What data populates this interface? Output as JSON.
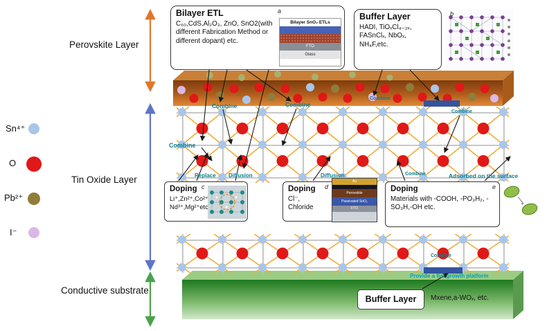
{
  "figure": {
    "layer_labels": {
      "perovskite": "Perovskite Layer",
      "tin_oxide": "Tin Oxide Layer",
      "substrate": "Conductive substrate"
    }
  },
  "legend": {
    "items": [
      {
        "label": "Sn⁴⁺",
        "color": "#a9c6e8"
      },
      {
        "label": "O",
        "color": "#e01818"
      },
      {
        "label": "Pb²⁺",
        "color": "#8f7d3a"
      },
      {
        "label": "I⁻",
        "color": "#d9b8e6"
      }
    ]
  },
  "boxes": {
    "bilayer_etl": {
      "title": "Bilayer ETL",
      "tag": "a",
      "body": "C₆₀,CdS,Al₂O₃, ZnO, SnO2(with different Fabrication Method or different dopant) etc.",
      "inset": {
        "title": "Bilayer SnO₂ ETLs",
        "fto_label": "FTO",
        "glass_label": "Glass"
      }
    },
    "buffer_top": {
      "title": "Buffer Layer",
      "tag": "b",
      "body": "HADI, TiOₓCl₄₋₂ₓ, FASnClₓ, NbOₓ, NH₄F,etc."
    },
    "doping_cations": {
      "title": "Doping",
      "tag": "c",
      "body": "Li⁺,Zn²⁺,Co²⁺, Nd³⁺,Mg²⁺etc."
    },
    "doping_chloride": {
      "title": "Doping",
      "tag": "d",
      "body": "Cl⁻, Chloride",
      "inset_layers": [
        "Au",
        "Perovskite",
        "Passivated SnO₂",
        "FTO"
      ]
    },
    "doping_functional": {
      "title": "Doping",
      "tag": "e",
      "body": "Materials with -COOH, -PO₃H₂, -SO₃H,-OH etc."
    },
    "buffer_bottom": {
      "title": "Buffer Layer",
      "note": "Mxene,a-WOₓ, etc."
    }
  },
  "annotations": {
    "combine": "Combine",
    "replace": "Replace",
    "diffusion": "Diffusion",
    "adsorbed": "Adsorbed on the surface",
    "platform": "Provide a flat growth platform"
  },
  "colors": {
    "teal_label": "#0e7c8c",
    "perovskite_arrow": "#e0772c",
    "tin_oxide_arrow": "#5f74c9",
    "substrate_arrow": "#4aa34a",
    "platform_bar": "#34549e"
  }
}
